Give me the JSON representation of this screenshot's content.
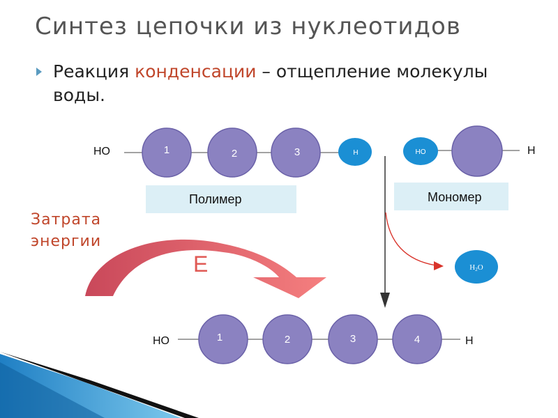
{
  "title": "Синтез цепочки из нуклеотидов",
  "bullet": {
    "before": "Реакция ",
    "highlight": "конденсации",
    "after": " – отщепление молекулы воды."
  },
  "top_chain": {
    "left_end": "HO",
    "nodes": [
      "1",
      "2",
      "3"
    ],
    "right_end": "H",
    "box_label": "Полимер"
  },
  "monomer": {
    "left_end": "HO",
    "right_end": "H",
    "box_label": "Мономер"
  },
  "water": {
    "label_main": "H",
    "label_sub": "2",
    "label_tail": "O"
  },
  "energy": {
    "line1": "Затрата",
    "line2": "энергии",
    "symbol": "E"
  },
  "bottom_chain": {
    "left_end": "HO",
    "nodes": [
      "1",
      "2",
      "3",
      "4"
    ],
    "right_end": "H"
  },
  "colors": {
    "node_fill": "#8b82c1",
    "node_stroke": "#6a61a8",
    "small_blue": "#1b8fd4",
    "accent_red": "#c0462b",
    "label_box": "#dceff6",
    "title_gray": "#555555"
  }
}
